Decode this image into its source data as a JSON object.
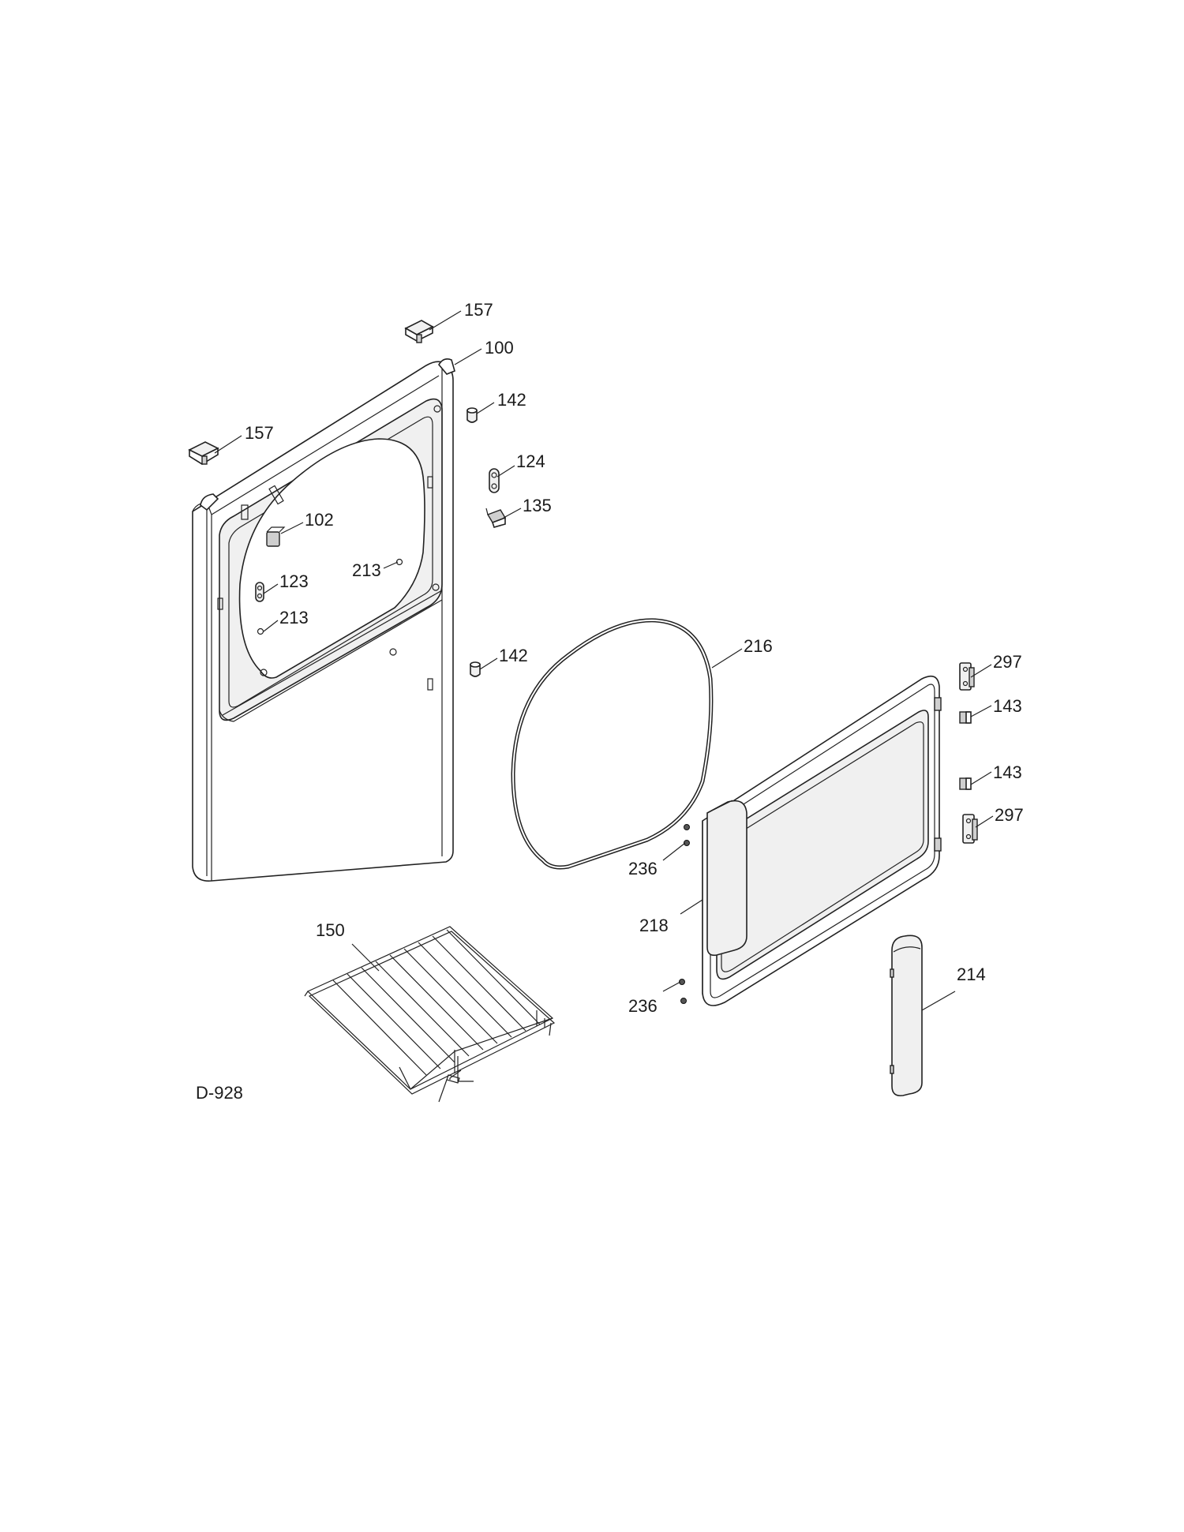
{
  "diagram": {
    "reference_code": "D-928",
    "callouts": [
      {
        "id": "c157a",
        "label": "157"
      },
      {
        "id": "c100",
        "label": "100"
      },
      {
        "id": "c142a",
        "label": "142"
      },
      {
        "id": "c157b",
        "label": "157"
      },
      {
        "id": "c124",
        "label": "124"
      },
      {
        "id": "c135",
        "label": "135"
      },
      {
        "id": "c102",
        "label": "102"
      },
      {
        "id": "c213a",
        "label": "213"
      },
      {
        "id": "c123",
        "label": "123"
      },
      {
        "id": "c213b",
        "label": "213"
      },
      {
        "id": "c142b",
        "label": "142"
      },
      {
        "id": "c216",
        "label": "216"
      },
      {
        "id": "c297a",
        "label": "297"
      },
      {
        "id": "c143a",
        "label": "143"
      },
      {
        "id": "c143b",
        "label": "143"
      },
      {
        "id": "c297b",
        "label": "297"
      },
      {
        "id": "c236a",
        "label": "236"
      },
      {
        "id": "c218",
        "label": "218"
      },
      {
        "id": "c150",
        "label": "150"
      },
      {
        "id": "c214",
        "label": "214"
      },
      {
        "id": "c236b",
        "label": "236"
      }
    ]
  }
}
